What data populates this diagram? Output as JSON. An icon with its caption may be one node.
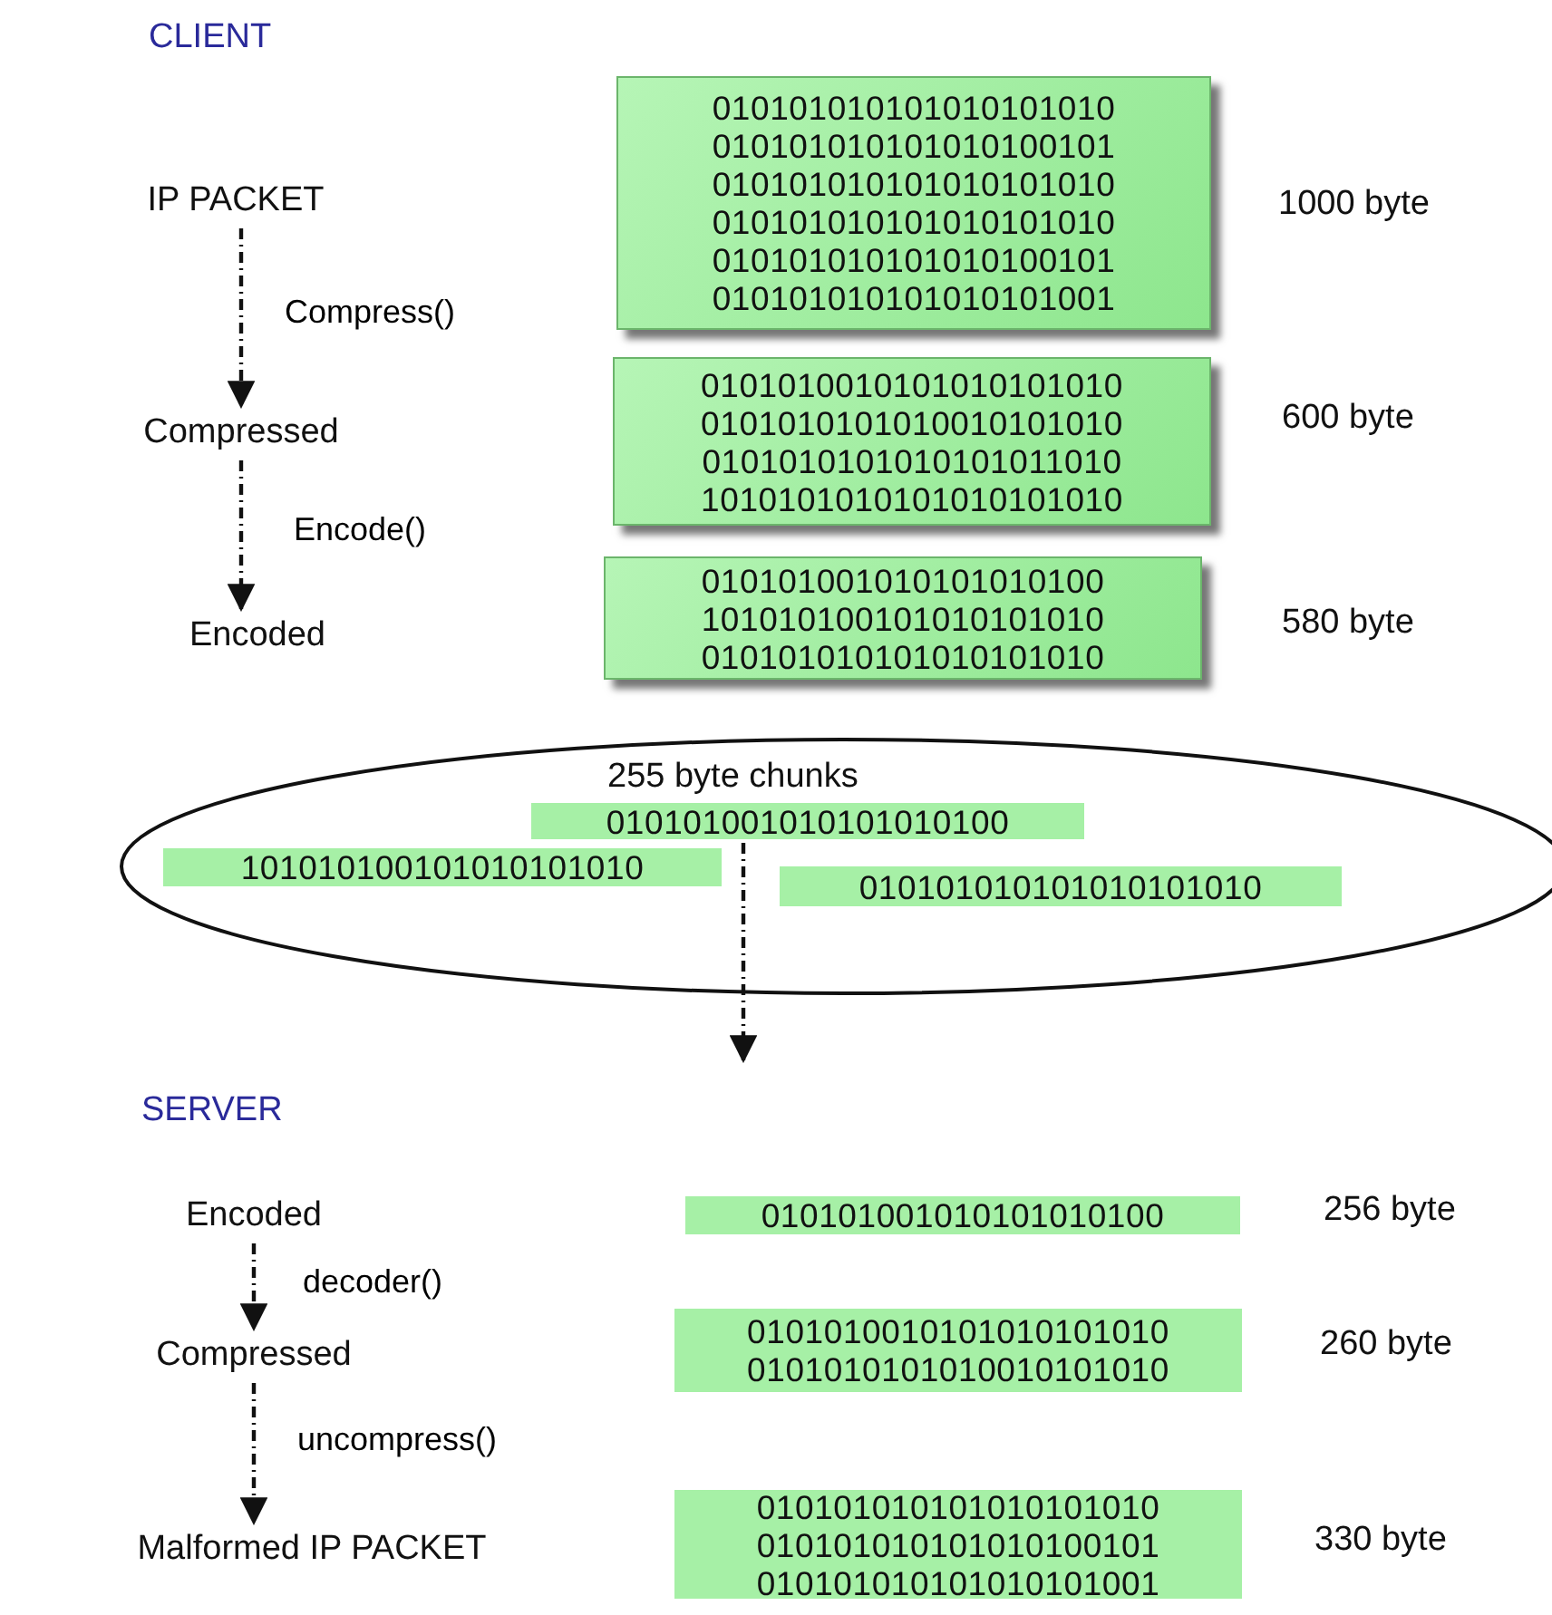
{
  "diagram": {
    "nodes": [
      {
        "text": [
          "IP PACKET"
        ]
      },
      {
        "text": [
          "Compressed"
        ]
      },
      {
        "text": [
          "Encoded"
        ]
      },
      {
        "text": [
          "010101010101010101010",
          "010101010101010100101",
          "010101010101010101010",
          "010101010101010101010",
          "010101010101010100101",
          "010101010101010101001"
        ],
        "beside": [
          "1000 byte"
        ]
      },
      {
        "text": [
          "0101010010101010101010",
          "0101010101010010101010",
          "0101010101010101011010",
          "1010101010101010101010"
        ],
        "beside": [
          "600 byte"
        ]
      },
      {
        "text": [
          "010101001010101010100",
          "101010100101010101010",
          "010101010101010101010"
        ],
        "beside": [
          "580 byte"
        ]
      },
      {
        "text": [
          "255 byte chunks"
        ]
      },
      {
        "text": [
          "010101001010101010100"
        ],
        "in": 6
      },
      {
        "text": [
          "101010100101010101010"
        ],
        "in": 6
      },
      {
        "text": [
          "010101010101010101010"
        ],
        "in": 6
      },
      {
        "text": [
          "Encoded"
        ]
      },
      {
        "text": [
          "Compressed"
        ]
      },
      {
        "text": [
          "Malformed IP PACKET"
        ]
      },
      {
        "text": [
          "010101001010101010100"
        ],
        "beside": [
          "256 byte"
        ]
      },
      {
        "text": [
          "0101010010101010101010",
          "0101010101010010101010"
        ],
        "beside": [
          "260 byte"
        ]
      },
      {
        "text": [
          "010101010101010101010",
          "010101010101010100101",
          "010101010101010101001"
        ],
        "beside": [
          "330 byte"
        ]
      }
    ],
    "edges": [
      {
        "from": 0,
        "to": 1,
        "arrow": "to",
        "label": "Compress()",
        "style": "dashed"
      },
      {
        "from": 1,
        "to": 2,
        "arrow": "to",
        "label": "Encode()",
        "style": "dashed"
      },
      {
        "from": 7,
        "to": null,
        "arrow": "to",
        "style": "dashed"
      },
      {
        "from": 10,
        "to": 11,
        "arrow": "to",
        "label": "decoder()",
        "style": "dashed"
      },
      {
        "from": 11,
        "to": 12,
        "arrow": "to",
        "label": "uncompress()",
        "style": "dashed"
      }
    ],
    "labels": [
      "CLIENT",
      "SERVER"
    ]
  }
}
